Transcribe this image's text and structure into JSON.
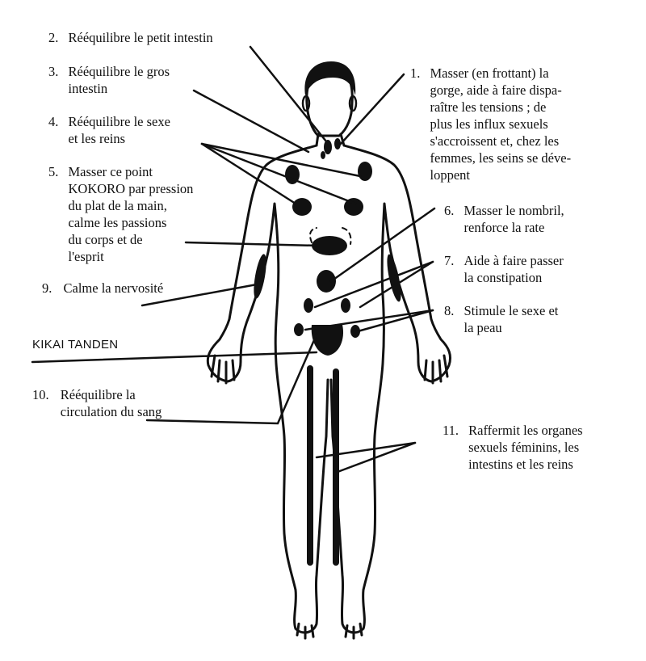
{
  "labels": {
    "l1": {
      "num": "1.",
      "text": "Masser (en frottant) la\ngorge, aide à faire dispa-\nraître les tensions ; de\nplus les influx sexuels\ns'accroissent et, chez les\nfemmes, les seins se déve-\nloppent"
    },
    "l2": {
      "num": "2.",
      "text": "Rééquilibre le petit intestin"
    },
    "l3": {
      "num": "3.",
      "text": "Rééquilibre le gros\nintestin"
    },
    "l4": {
      "num": "4.",
      "text": "Rééquilibre le sexe\net les reins"
    },
    "l5": {
      "num": "5.",
      "text": "Masser ce point\nKOKORO par pression\ndu plat de la main,\ncalme les passions\ndu corps et de\nl'esprit"
    },
    "l6": {
      "num": "6.",
      "text": "Masser le nombril,\nrenforce la rate"
    },
    "l7": {
      "num": "7.",
      "text": "Aide à faire passer\nla constipation"
    },
    "l8": {
      "num": "8.",
      "text": "Stimule le sexe et\nla peau"
    },
    "l9": {
      "num": "9.",
      "text": "Calme la nervosité"
    },
    "l10": {
      "num": "10.",
      "text": "Rééquilibre la\ncirculation du sang"
    },
    "l11": {
      "num": "11.",
      "text": "Raffermit les organes\nsexuels féminins, les\nintestins et les reins"
    },
    "kikai": "KIKAI TANDEN"
  },
  "colors": {
    "ink": "#111111",
    "paper": "#ffffff"
  }
}
